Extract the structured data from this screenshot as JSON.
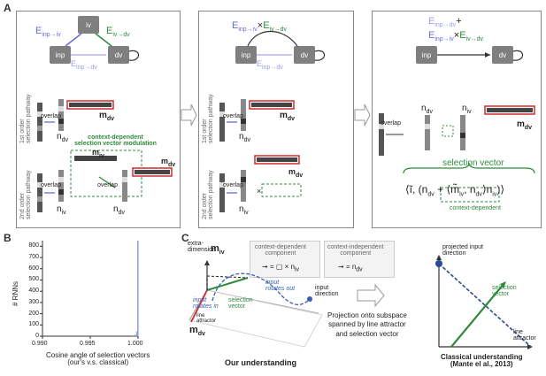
{
  "panels": {
    "A": "A",
    "B": "B",
    "C": "C"
  },
  "panelA": {
    "node_iv": "iv",
    "node_inp": "inp",
    "node_dv": "dv",
    "E_inp_iv": "E",
    "E_inp_iv_sub": "inp→iv",
    "E_iv_dv": "E",
    "E_iv_dv_sub": "iv→dv",
    "E_inp_dv": "E",
    "E_inp_dv_sub": "inp→dv",
    "first_order_label": "1st order\nselection pathway",
    "second_order_label": "2nd order\nselection pathway",
    "overlap": "overlap",
    "n_dv": "n",
    "n_dv_sub": "dv",
    "n_iv": "n",
    "n_iv_sub": "iv",
    "m_dv": "m",
    "m_dv_sub": "dv",
    "m_iv": "m",
    "m_iv_sub": "iv",
    "context_modulation": "context-dependent\nselection vector modulation",
    "times": "×",
    "plus": "+",
    "selection_vector": "selection vector",
    "context_dependent": "context-dependent"
  },
  "panelB": {
    "ylabel": "# RNNs",
    "xlabel": "Cosine angle of selection vectors\n(our's v.s. classical)",
    "yticks": [
      "0",
      "100",
      "200",
      "300",
      "400",
      "500",
      "600",
      "700",
      "800"
    ],
    "xticks": [
      "0.990",
      "0.995",
      "1.000"
    ]
  },
  "chart_data": {
    "type": "bar",
    "xlabel": "Cosine angle of selection vectors (our's v.s. classical)",
    "ylabel": "# RNNs",
    "xlim": [
      0.99,
      1.0
    ],
    "ylim": [
      0,
      850
    ],
    "x": [
      0.9995,
      0.9997,
      0.9999,
      1.0
    ],
    "values": [
      6,
      14,
      40,
      880
    ]
  },
  "panelC": {
    "extra_dimension": "extra-\ndimension",
    "m_iv_tilde": "m",
    "m_iv_tilde_sub": "iv",
    "m_dv_tilde": "m",
    "m_dv_tilde_sub": "dv",
    "context_dependent_component": "context-dependent\ncomponent",
    "context_independent_component": "context-independent\ncomponent",
    "cd_formula": "= ▢ × n",
    "cd_formula_sub": "iv",
    "ci_formula": "= n",
    "ci_formula_sub": "dv",
    "selection_vector": "selection\nvector",
    "input_rotates_out": "input\nrotates out",
    "input_rotates_in": "input\nrotates in",
    "input_direction": "input\ndirection",
    "line_attractor": "line\nattractor",
    "our_understanding": "Our understanding",
    "projection_text": "Projection onto subspace\nspanned by line attractor\nand selection vector",
    "projected_input_direction": "projected input\ndirection",
    "classical_selection_vector": "selection\nvector",
    "classical_line_attractor": "line\nattractor",
    "classical_understanding": "Classical understanding\n(Mante el al., 2013)"
  },
  "colors": {
    "green": "#2e8b3c",
    "blue": "#3a5fb0",
    "light_blue": "#9c9ce8",
    "red": "#d42a2a",
    "node_gray": "#7f7f7f"
  }
}
